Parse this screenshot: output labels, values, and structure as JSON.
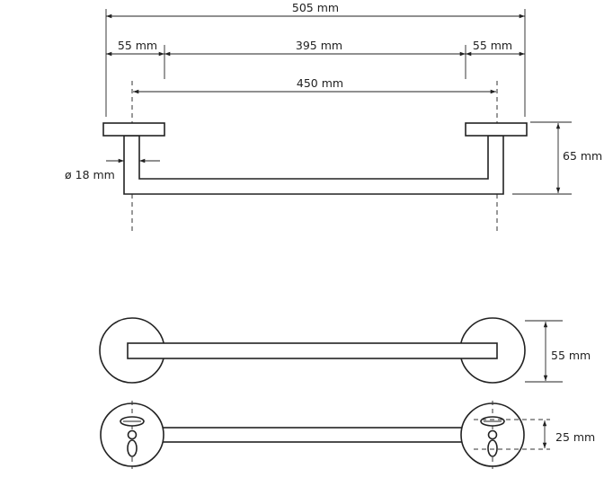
{
  "dimensions": {
    "overall_width": "505 mm",
    "left_flange": "55 mm",
    "bar_span": "395 mm",
    "right_flange": "55 mm",
    "center_distance": "450 mm",
    "bar_diameter": "ø 18 mm",
    "projection": "65 mm",
    "flange_diameter": "55 mm",
    "mount_hole_spacing": "25 mm"
  }
}
